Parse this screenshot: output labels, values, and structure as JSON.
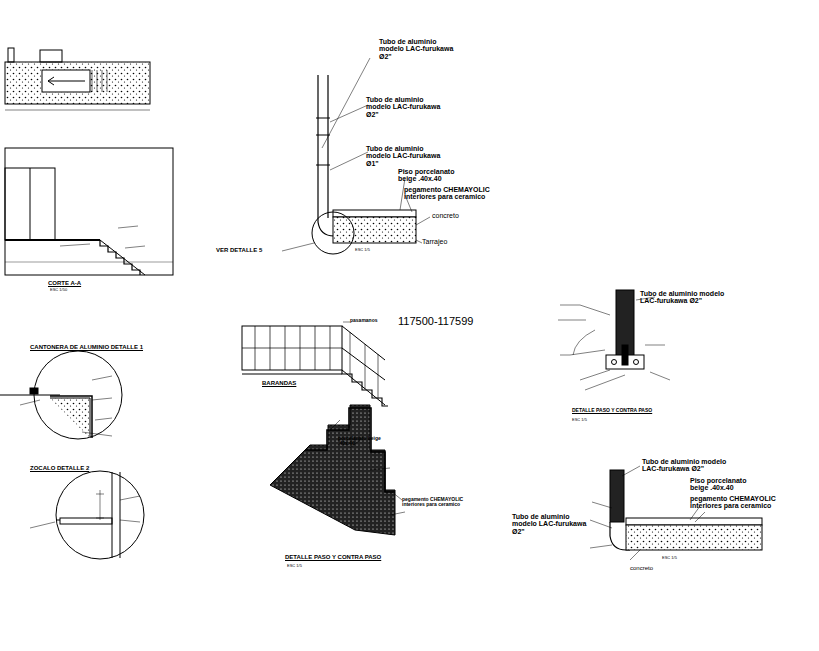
{
  "diagram": {
    "labels": [
      "Tubo de aluminio modelo LAC-furukawa Ø2\"",
      "Tubo de aluminio modelo LAC-furukawa Ø2\"",
      "Tubo de aluminio modelo LAC-furukawa Ø1\"",
      "Piso porcelanato beige .40x.40",
      "pegamento CHEMAYOLIC interiores para ceramico",
      "concreto",
      "Tarrajeo",
      "VER DETALLE 5",
      "ESC 1/5",
      "CORTE A-A",
      "ESC 1/50",
      "CANTONERA DE ALUMINIO DETALLE 1",
      "ZOCALO DETALLE 2",
      "BARANDAS",
      "117500-117599",
      "DETALLE PASO Y CONTRA PASO",
      "ESC 1/5",
      "Tubo de aluminio modelo LAC-furukawa Ø2\"",
      "DETALLE PASO Y CONTRA PASO",
      "ESC 1/5",
      "Tubo de aluminio modelo LAC-furukawa Ø2\"",
      "Piso porcelanato beige .40x.40",
      "pegamento CHEMAYOLIC interiores para ceramico",
      "Tubo de aluminio modelo LAC-furukawa Ø2\"",
      "concreto",
      "porcelanato beige .40x.40",
      "pegamento CHEMAYOLIC interiores para ceramico",
      "ESC 1/5",
      "pasamanos"
    ]
  }
}
